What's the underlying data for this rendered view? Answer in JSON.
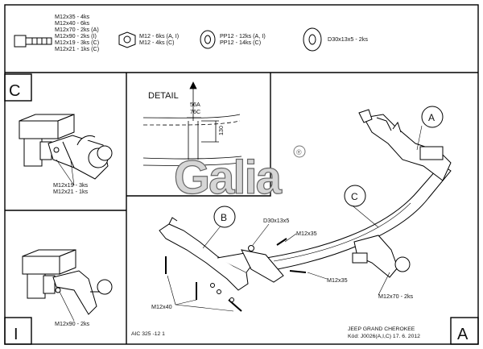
{
  "header": {
    "bolt_lines": [
      "M12x35 - 4ks",
      "M12x40 - 6ks",
      "M12x70 - 2ks (A)",
      "M12x90 - 2ks (I)",
      "M12x19 - 3ks (C)",
      "M12x21 - 1ks (C)"
    ],
    "nut_lines": [
      "M12 - 6ks (A, I)",
      "M12 - 4ks (C)"
    ],
    "washer_lines": [
      "PP12 - 12ks (A, I)",
      "PP12 - 14ks (C)"
    ],
    "spacer_label": "D30x13x5 - 2ks"
  },
  "panels": {
    "c_letter": "C",
    "i_letter": "I",
    "a_letter": "A",
    "c_bolts": [
      "M12x19 - 3ks",
      "M12x21 - 1ks"
    ],
    "i_bolts": "M12x90 - 2ks"
  },
  "detail": {
    "title": "DETAIL",
    "dim_a": "56A",
    "dim_c": "76C",
    "dim_h": "130"
  },
  "logo": {
    "text": "Galia",
    "mark": "®"
  },
  "callouts": {
    "a": "A",
    "b": "B",
    "c": "C"
  },
  "part_labels": {
    "spacer": "D30x13x5",
    "bolt_top": "M12x35",
    "bolt_mid": "M12x35",
    "bolt_low": "M12x40",
    "bolt_rear": "M12x70 - 2ks"
  },
  "footer": {
    "code": "AIC 325 -12 1",
    "vehicle": "JEEP GRAND CHEROKEE",
    "kod": "Kód: J0026(A,I,C)  17. 6. 2012"
  }
}
